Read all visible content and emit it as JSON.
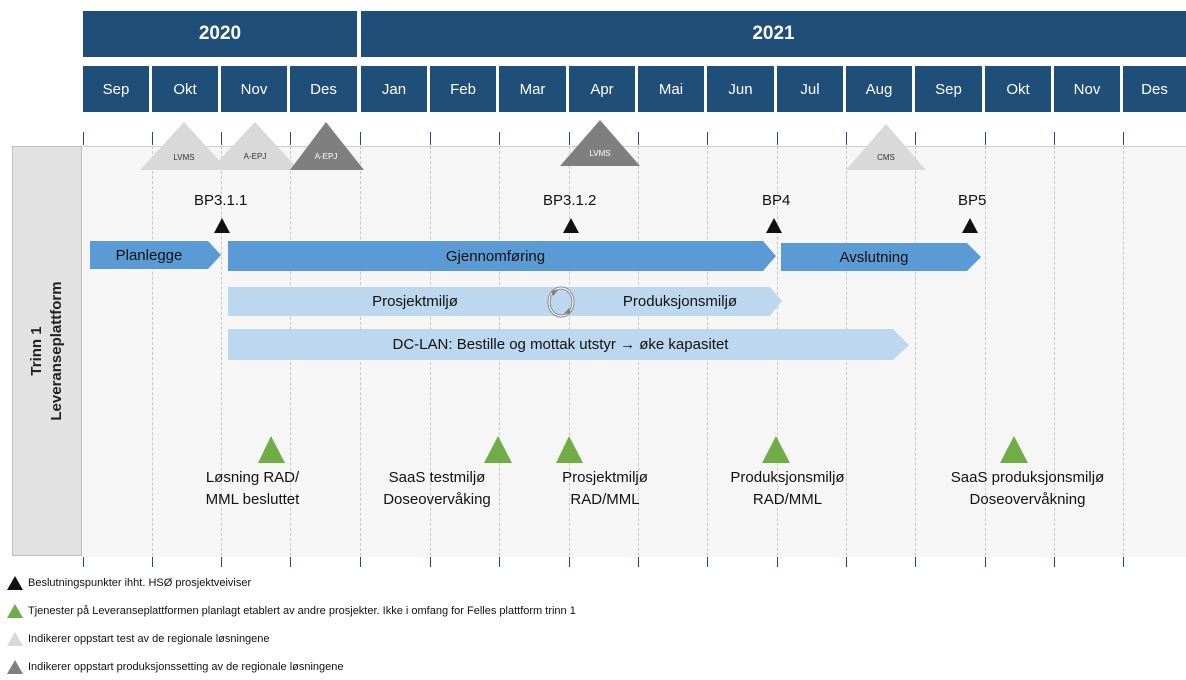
{
  "header": {
    "years": [
      {
        "label": "2020"
      },
      {
        "label": "2021"
      }
    ],
    "months": [
      "Sep",
      "Okt",
      "Nov",
      "Des",
      "Jan",
      "Feb",
      "Mar",
      "Apr",
      "Mai",
      "Jun",
      "Jul",
      "Aug",
      "Sep",
      "Okt",
      "Nov",
      "Des"
    ]
  },
  "sidebar": {
    "line1": "Trinn 1",
    "line2": "Leveranseplattform"
  },
  "regional_markers": [
    {
      "label": "LVMS",
      "kind": "test"
    },
    {
      "label": "A-EPJ",
      "kind": "test"
    },
    {
      "label": "A-EPJ",
      "kind": "production"
    },
    {
      "label": "LVMS",
      "kind": "production"
    },
    {
      "label": "CMS",
      "kind": "test"
    }
  ],
  "decision_points": [
    {
      "label": "BP3.1.1"
    },
    {
      "label": "BP3.1.2"
    },
    {
      "label": "BP4"
    },
    {
      "label": "BP5"
    }
  ],
  "phases": {
    "planlegge": "Planlegge",
    "gjennomforing": "Gjennomføring",
    "avslutning": "Avslutning",
    "prosjektmiljo": "Prosjektmiljø",
    "produksjonsmiljo": "Produksjonsmiljø",
    "dclan": "DC-LAN: Bestille og mottak utstyr → øke kapasitet"
  },
  "services": [
    {
      "line1": "Løsning RAD/",
      "line2": "MML besluttet"
    },
    {
      "line1": "SaaS testmiljø",
      "line2": "Doseovervåking"
    },
    {
      "line1": "Prosjektmiljø",
      "line2": "RAD/MML"
    },
    {
      "line1": "Produksjonsmiljø",
      "line2": "RAD/MML"
    },
    {
      "line1": "SaaS produksjonsmiljø",
      "line2": "Doseovervåkning"
    }
  ],
  "legend": [
    {
      "text": "Beslutningspunkter ihht. HSØ prosjektveiviser",
      "color": "#111111"
    },
    {
      "text": "Tjenester på Leveranseplattformen planlagt etablert av andre prosjekter. Ikke i omfang for Felles plattform trinn 1",
      "color": "#70ad47"
    },
    {
      "text": "Indikerer oppstart test av de regionale løsningene",
      "color": "#d9d9d9"
    },
    {
      "text": "Indikerer oppstart produksjonssetting av de regionale løsningene",
      "color": "#7f7f7f"
    }
  ],
  "colors": {
    "header": "#1f4e79",
    "phase_dark": "#5b9bd5",
    "phase_light": "#bdd7ee",
    "service_green": "#70ad47",
    "marker_test": "#d9d9d9",
    "marker_production": "#7f7f7f"
  }
}
